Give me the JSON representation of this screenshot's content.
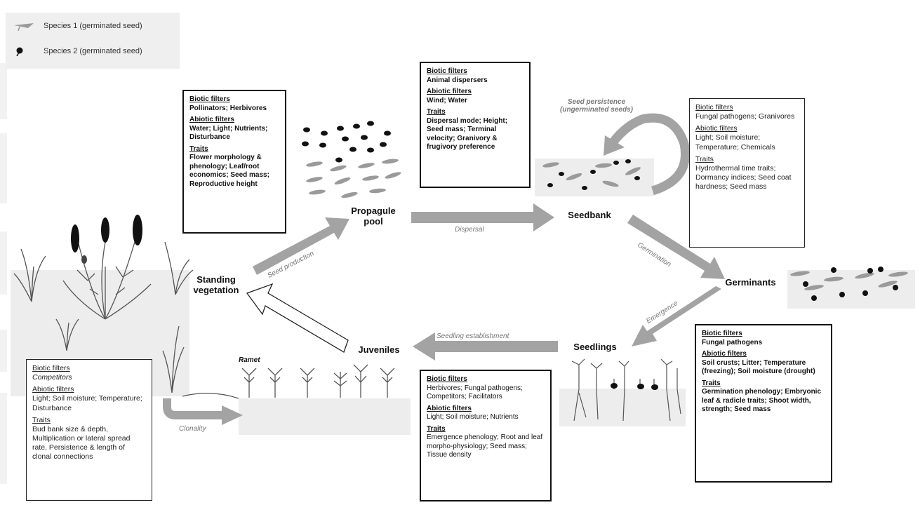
{
  "legend": {
    "species1": "Species 1 (germinated seed)",
    "species2": "Species 2 (germinated seed)"
  },
  "stages": {
    "propagule_pool": "Propagule pool",
    "seedbank": "Seedbank",
    "germinants": "Germinants",
    "seedlings": "Seedlings",
    "juveniles": "Juveniles",
    "standing_vegetation": "Standing vegetation",
    "ramet": "Ramet"
  },
  "arrows": {
    "seed_production": "Seed production",
    "dispersal": "Dispersal",
    "seed_persistence": "Seed persistence (ungerminated seeds)",
    "germination": "Germination",
    "emergence": "Emergence",
    "seedling_establishment": "Seedling establishment",
    "clonality": "Clonality"
  },
  "filters": {
    "standing": {
      "biotic_h": "Biotic filters",
      "biotic": "Pollinators; Herbivores",
      "abiotic_h": "Abiotic filters",
      "abiotic": "Water; Light; Nutrients; Disturbance",
      "traits_h": "Traits",
      "traits": "Flower morphology & phenology; Leaf/root economics; Seed mass; Reproductive height"
    },
    "dispersal": {
      "biotic_h": "Biotic filters",
      "biotic": "Animal dispersers",
      "abiotic_h": "Abiotic filters",
      "abiotic": "Wind; Water",
      "traits_h": "Traits",
      "traits": "Dispersal mode; Height; Seed mass; Terminal velocity; Granivory & frugivory preference"
    },
    "seedbank": {
      "biotic_h": "Biotic filters",
      "biotic": "Fungal pathogens; Granivores",
      "abiotic_h": "Abiotic filters",
      "abiotic": "Light; Soil moisture; Temperature; Chemicals",
      "traits_h": "Traits",
      "traits": "Hydrothermal time traits; Dormancy indices; Seed coat hardness; Seed mass"
    },
    "seedlings": {
      "biotic_h": "Biotic filters",
      "biotic": "Fungal pathogens",
      "abiotic_h": "Abiotic filters",
      "abiotic": "Soil crusts; Litter; Temperature (freezing); Soil moisture (drought)",
      "traits_h": "Traits",
      "traits": "Germination phenology; Embryonic leaf & radicle traits; Shoot width, strength; Seed mass"
    },
    "juveniles": {
      "biotic_h": "Biotic filters",
      "biotic": "Herbivores; Fungal pathogens; Competitors; Facilitators",
      "abiotic_h": "Abiotic filters",
      "abiotic": "Light; Soil moisture; Nutrients",
      "traits_h": "Traits",
      "traits": "Emergence phenology; Root and leaf morpho-physiology; Seed mass; Tissue density"
    },
    "clonal": {
      "biotic_h": "Biotic filters",
      "biotic": "Competitors",
      "abiotic_h": "Abiotic filters",
      "abiotic": "Light; Soil moisture; Temperature; Disturbance",
      "traits_h": "Traits",
      "traits": "Bud bank size & depth, Multiplication or lateral spread rate, Persistence & length of clonal connections"
    }
  },
  "colors": {
    "arrow": "#a3a3a3",
    "ground": "#ededed",
    "seed_dark": "#111111",
    "seed_light": "#9a9a9a"
  }
}
